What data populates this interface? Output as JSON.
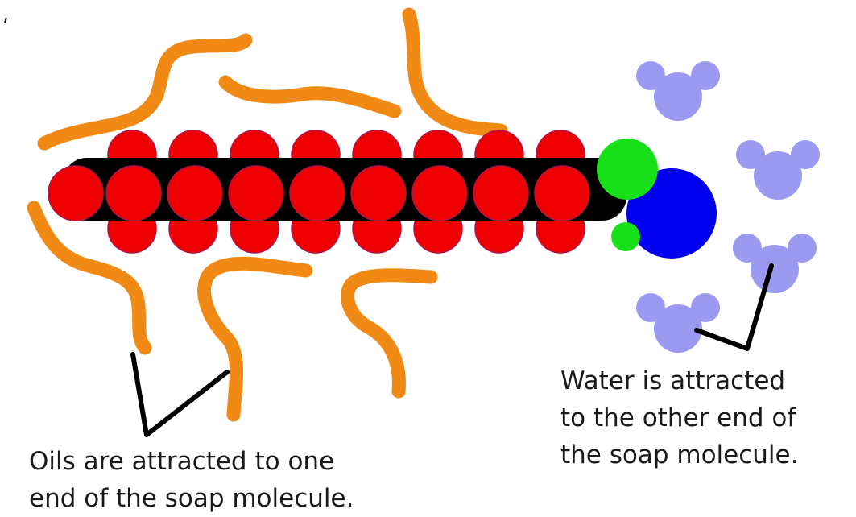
{
  "captions": {
    "oils": [
      "Oils are attracted to one",
      "end of the soap molecule."
    ],
    "water": [
      "Water is attracted",
      "to the other end of",
      "the soap molecule."
    ]
  },
  "colors": {
    "oil": "#f08a14",
    "tail_atom": "#ee0000",
    "tail_atom_outline": "#b0144a",
    "backbone": "#000000",
    "head_small_atom": "#18e018",
    "head_large_atom": "#0000ee",
    "water_molecule": "#9a9af0",
    "pointer_line": "#000000"
  }
}
